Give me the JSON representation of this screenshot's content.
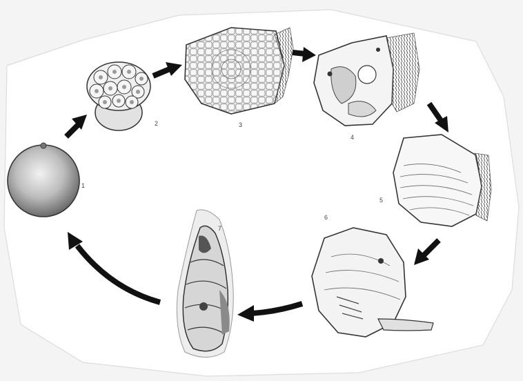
{
  "figure": {
    "stages": [
      {
        "number": "1"
      },
      {
        "number": "2"
      },
      {
        "number": "3"
      },
      {
        "number": "4"
      },
      {
        "number": "5"
      },
      {
        "number": "6"
      },
      {
        "number": "7"
      }
    ]
  }
}
